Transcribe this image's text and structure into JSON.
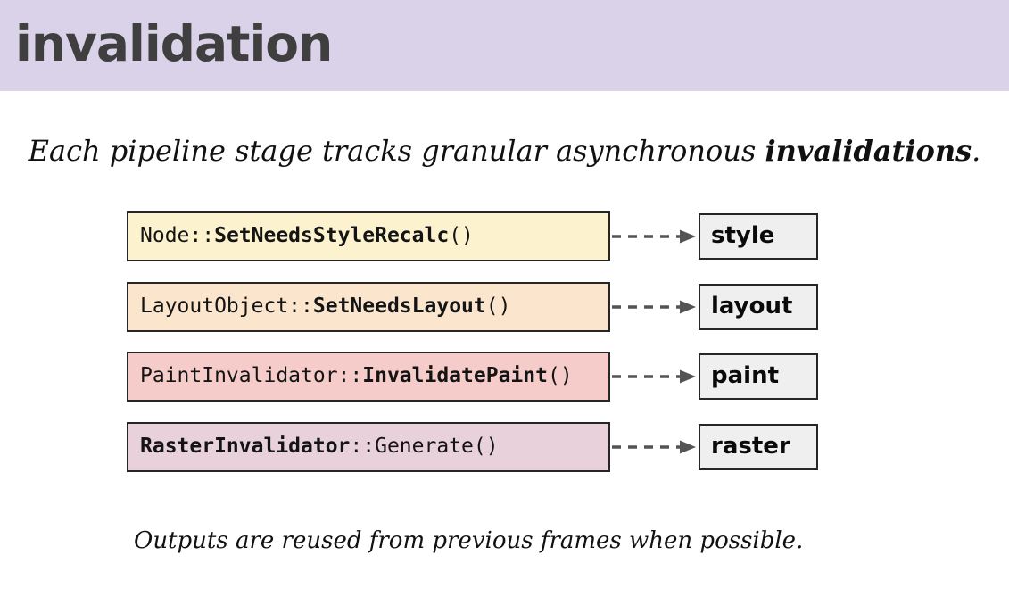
{
  "header": {
    "title": "invalidation",
    "background": "#D9D2E9",
    "title_color": "#3F3F3F"
  },
  "subtitle": {
    "prefix": "Each pipeline stage tracks granular asynchronous ",
    "emphasis": "invalidations",
    "suffix": "."
  },
  "pipeline": {
    "rows": [
      {
        "code_pre": "Node::",
        "code_bold": "SetNeedsStyleRecalc",
        "code_post": "()",
        "box_color": "#FCF2CD",
        "stage": "style"
      },
      {
        "code_pre": "LayoutObject::",
        "code_bold": "SetNeedsLayout",
        "code_post": "()",
        "box_color": "#FBE5CD",
        "stage": "layout"
      },
      {
        "code_pre": "PaintInvalidator::",
        "code_bold": "InvalidatePaint",
        "code_post": "()",
        "box_color": "#F5CCCA",
        "stage": "paint"
      },
      {
        "code_pre": "",
        "code_bold": "RasterInvalidator",
        "code_post": "::Generate()",
        "box_color": "#E9D1DB",
        "stage": "raster"
      }
    ],
    "stage_box_color": "#EFEFEF",
    "arrow_color": "#545454",
    "border_color": "#262626"
  },
  "footer": {
    "caption": "Outputs are reused from previous frames when possible."
  }
}
